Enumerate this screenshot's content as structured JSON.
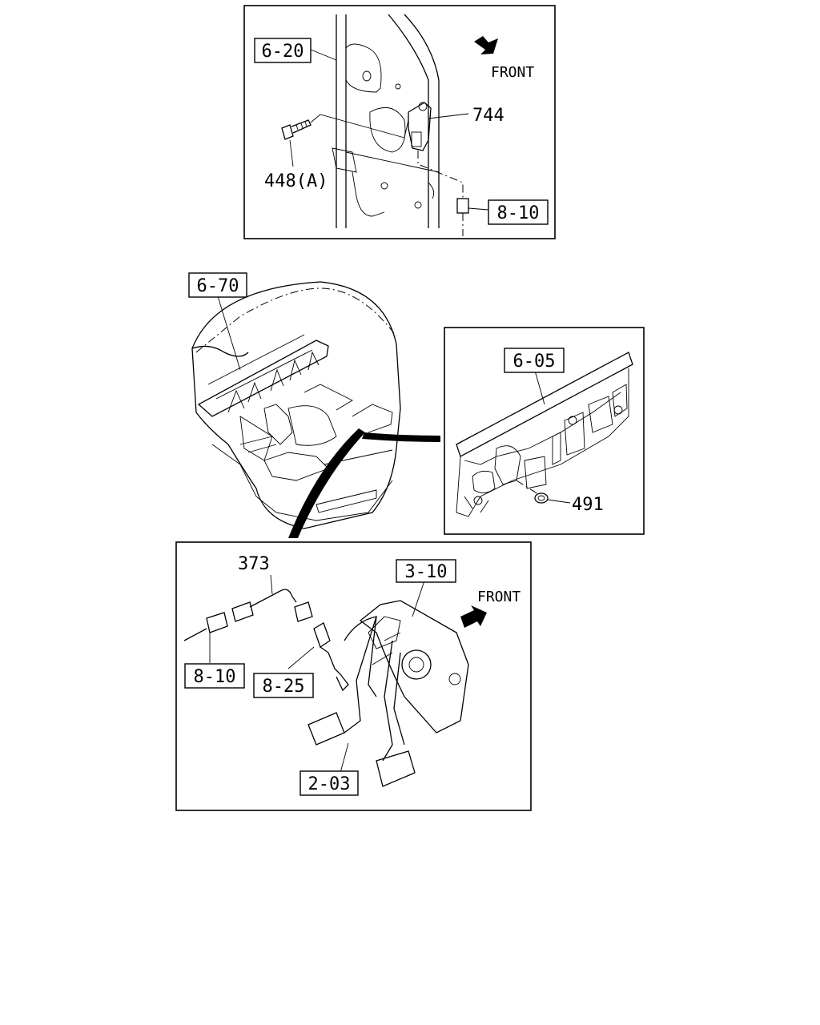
{
  "callouts": {
    "top": {
      "ref_6_20": "6-20",
      "front": "FRONT",
      "part_744": "744",
      "part_448a": "448(A)",
      "ref_8_10": "8-10"
    },
    "middle": {
      "ref_6_70": "6-70"
    },
    "right": {
      "ref_6_05": "6-05",
      "part_491": "491"
    },
    "bottom": {
      "part_373": "373",
      "ref_3_10": "3-10",
      "front": "FRONT",
      "ref_8_10": "8-10",
      "ref_8_25": "8-25",
      "ref_2_03": "2-03"
    }
  },
  "icons": [
    "front-arrow-icon",
    "front-arrow-icon"
  ]
}
